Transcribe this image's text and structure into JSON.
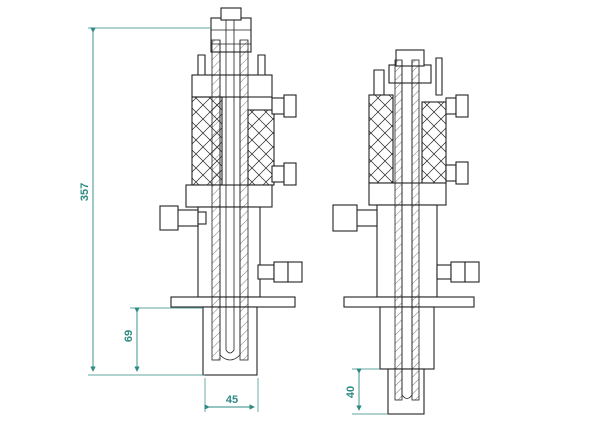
{
  "dimensions": {
    "height_total": "357",
    "height_lower": "69",
    "width_left": "45",
    "height_right": "40"
  },
  "colors": {
    "dimension": "#2d8a82",
    "outline": "#222222"
  }
}
